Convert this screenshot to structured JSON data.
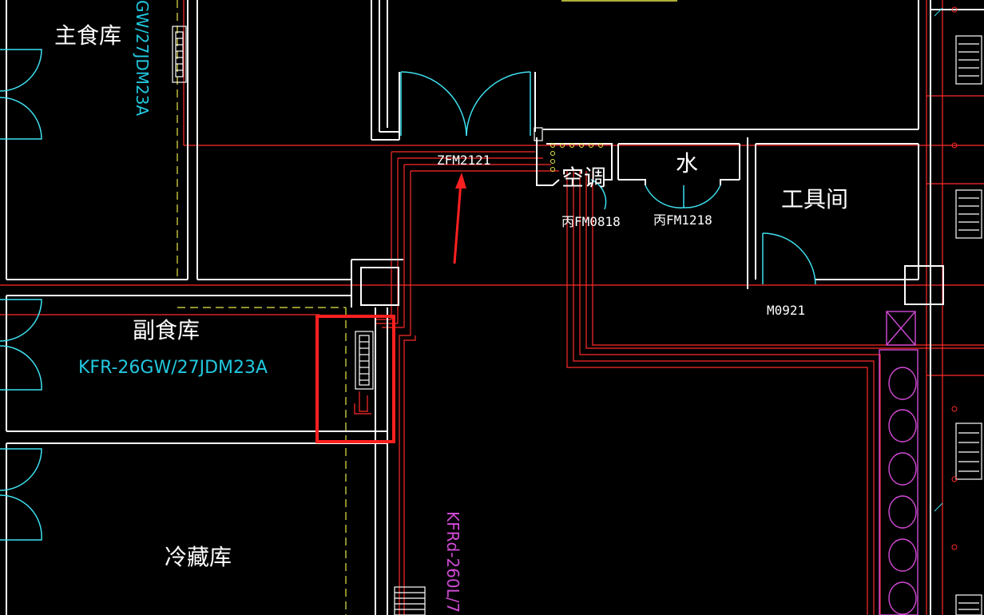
{
  "colors": {
    "background": "#000000",
    "wall": "#ffffff",
    "pipe": "#ff2a2a",
    "door": "#3ee0f0",
    "cyan_text": "#22c8e0",
    "magenta": "#d24ad6",
    "yellow": "#e8e84a",
    "highlight": "#ff2020"
  },
  "rooms": {
    "main_store": "主食库",
    "side_store": "副食库",
    "cold_store": "冷藏库",
    "ac_room": "空调",
    "water_room": "水",
    "tool_room": "工具间"
  },
  "equipment": {
    "ac_unit_side": "KFR-26GW/27JDM23A",
    "ac_unit_main_partial": "GW/27JDM23A",
    "ac_unit_cold_partial": "KFRd-260L/7"
  },
  "doors": {
    "zfm": "ZFM2121",
    "fm0818": "丙FM0818",
    "fm1218": "丙FM1218",
    "m0921": "M0921"
  },
  "annotations": {
    "highlight_box_icon": "red-rectangle-highlight",
    "arrow_icon": "red-arrow-pointing-up"
  }
}
